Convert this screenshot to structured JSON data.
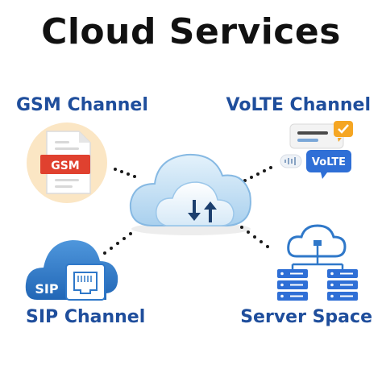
{
  "title": "Cloud Services",
  "channels": {
    "gsm": {
      "label": "GSM Channel",
      "badge": "GSM"
    },
    "volte": {
      "label": "VoLTE Channel",
      "badge": "VoLTE"
    },
    "sip": {
      "label": "SIP Channel",
      "badge": "SIP"
    },
    "server": {
      "label": "Server Space"
    }
  },
  "icons": [
    "gsm-document-icon",
    "volte-chat-icon",
    "central-cloud-icon",
    "sip-cloud-port-icon",
    "server-cloud-icon"
  ],
  "colors": {
    "label_blue": "#1f4e9c",
    "icon_blue": "#2f78c9",
    "cloud_light": "#cfe6f7"
  }
}
